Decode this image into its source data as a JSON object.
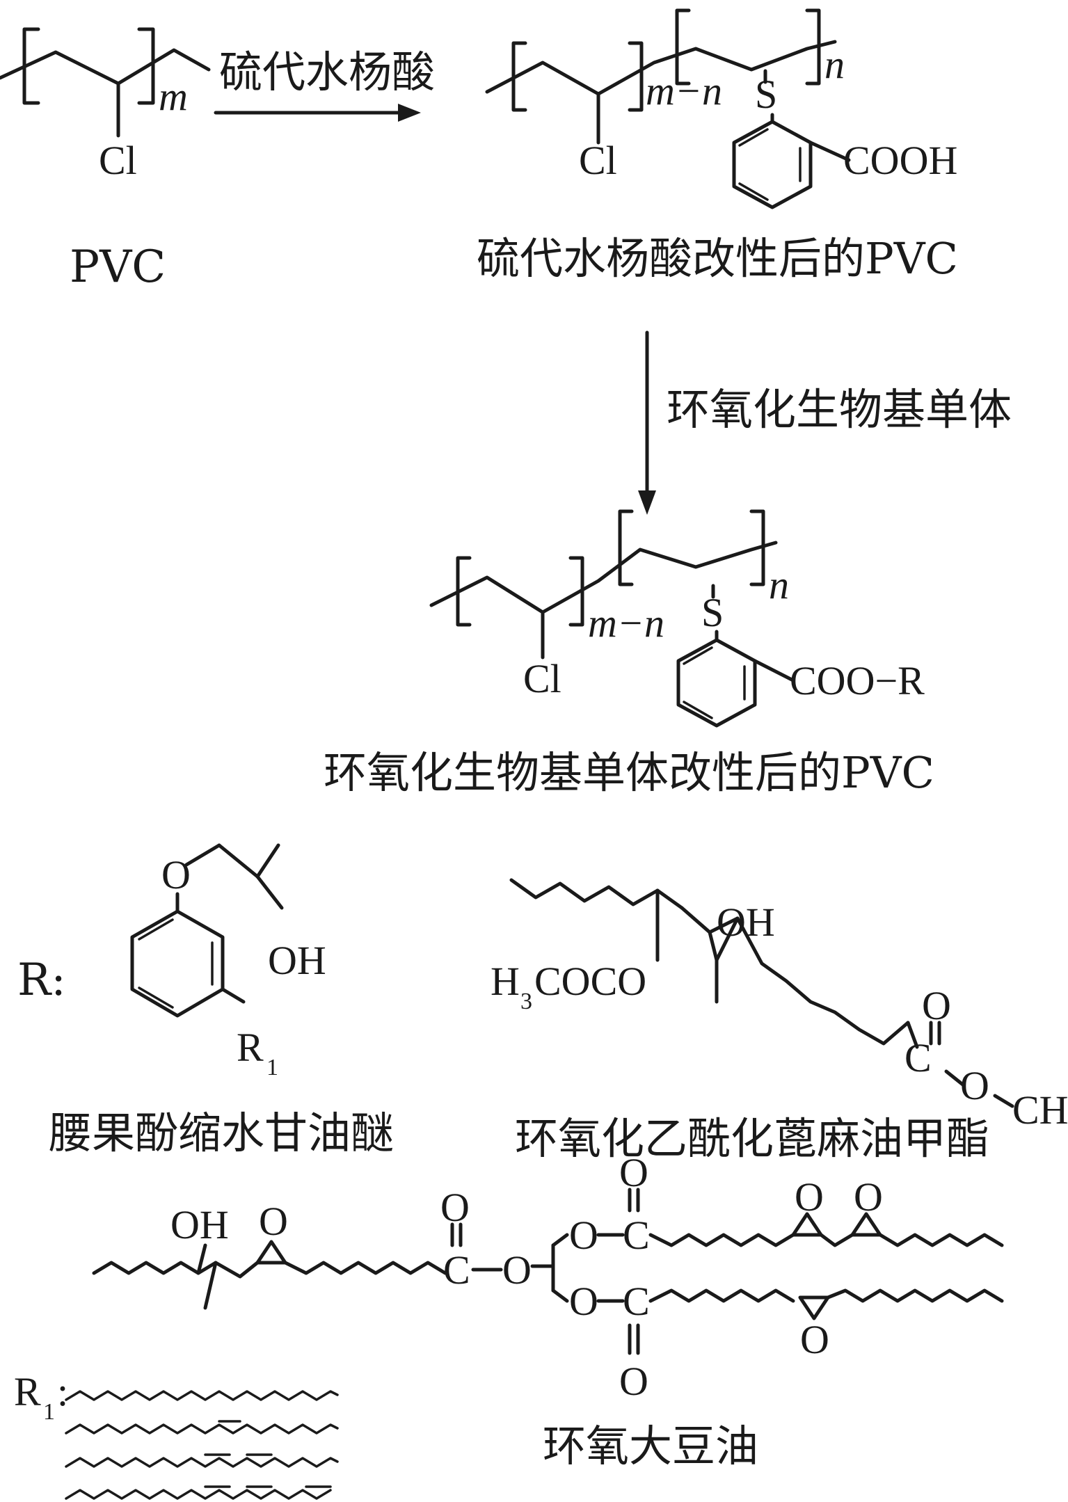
{
  "reaction": {
    "reagent1": "硫代水杨酸",
    "reagent2": "环氧化生物基单体"
  },
  "structures": {
    "pvc_label": "PVC",
    "thio_pvc_label": "硫代水杨酸改性后的PVC",
    "epoxy_pvc_label": "环氧化生物基单体改性后的PVC",
    "sub_m": "m",
    "sub_mn": "m−n",
    "sub_n": "n",
    "cl": "Cl",
    "s": "S",
    "cooh": "COOH",
    "coor": "COO−R"
  },
  "r_groups": {
    "r_label": "R:",
    "cardanol_label": "腰果酚缩水甘油醚",
    "ricinoleate_label": "环氧化乙酰化蓖麻油甲酯",
    "soybean_label": "环氧大豆油",
    "r1_label": "R",
    "r1_sub": "1",
    "oh": "OH",
    "o": "O",
    "c": "C",
    "h3cocoa": "H",
    "h3_sub": "3",
    "cocoa": "COCO",
    "ch3": "CH"
  }
}
